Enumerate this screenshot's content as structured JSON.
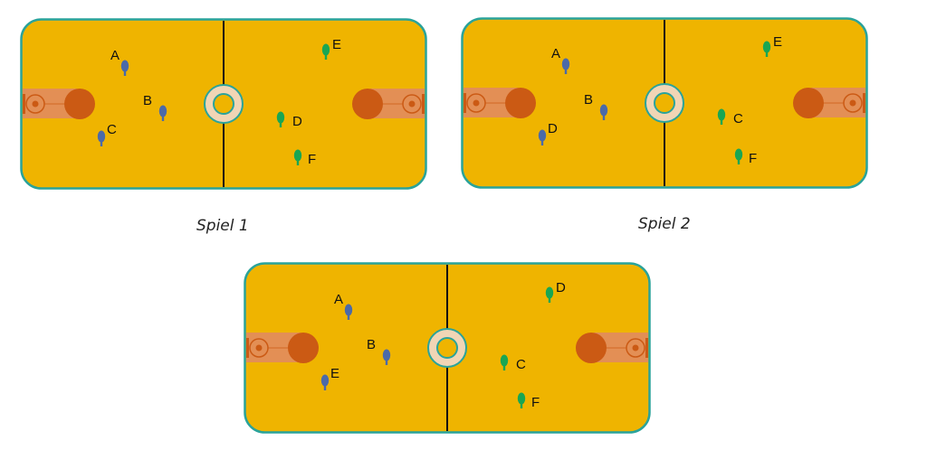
{
  "colors": {
    "field": "#efb400",
    "border": "#2aa39a",
    "center_line": "#111111",
    "center_ring": "#f1d5b5",
    "key": "#e38f55",
    "basket": "#cb5a14",
    "team_blue": "#4b6aa8",
    "team_green": "#19a653"
  },
  "games": [
    {
      "caption": "Spiel 1",
      "blue": [
        {
          "label": "A",
          "icon": "player-icon"
        },
        {
          "label": "B",
          "icon": "player-icon"
        },
        {
          "label": "C",
          "icon": "player-icon"
        }
      ],
      "green": [
        {
          "label": "E",
          "icon": "player-icon"
        },
        {
          "label": "D",
          "icon": "player-icon"
        },
        {
          "label": "F",
          "icon": "player-icon"
        }
      ]
    },
    {
      "caption": "Spiel 2",
      "blue": [
        {
          "label": "A",
          "icon": "player-icon"
        },
        {
          "label": "B",
          "icon": "player-icon"
        },
        {
          "label": "D",
          "icon": "player-icon"
        }
      ],
      "green": [
        {
          "label": "E",
          "icon": "player-icon"
        },
        {
          "label": "C",
          "icon": "player-icon"
        },
        {
          "label": "F",
          "icon": "player-icon"
        }
      ]
    },
    {
      "caption": "",
      "blue": [
        {
          "label": "A",
          "icon": "player-icon"
        },
        {
          "label": "B",
          "icon": "player-icon"
        },
        {
          "label": "E",
          "icon": "player-icon"
        }
      ],
      "green": [
        {
          "label": "D",
          "icon": "player-icon"
        },
        {
          "label": "C",
          "icon": "player-icon"
        },
        {
          "label": "F",
          "icon": "player-icon"
        }
      ]
    }
  ]
}
